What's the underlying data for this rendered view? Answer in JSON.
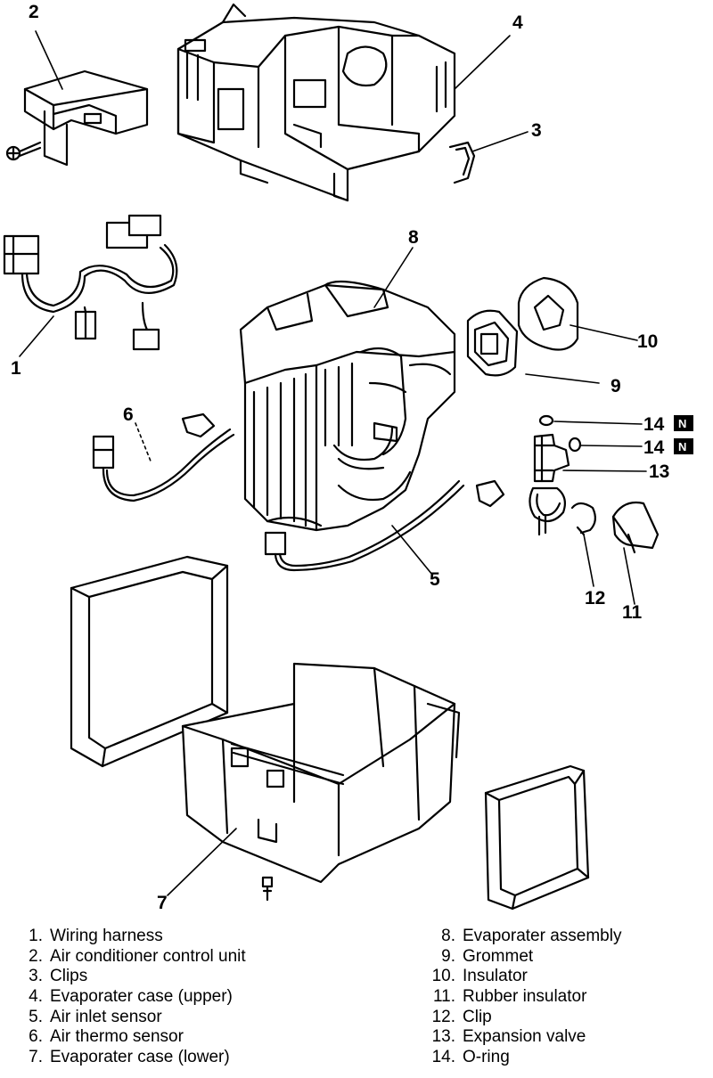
{
  "callouts": {
    "c1": "1",
    "c2": "2",
    "c3": "3",
    "c4": "4",
    "c5": "5",
    "c6": "6",
    "c7": "7",
    "c8": "8",
    "c9": "9",
    "c10": "10",
    "c11": "11",
    "c12": "12",
    "c13": "13",
    "c14a": "14",
    "c14b": "14",
    "badge": "N"
  },
  "legend": {
    "left": [
      {
        "num": "1.",
        "label": "Wiring harness"
      },
      {
        "num": "2.",
        "label": "Air conditioner control unit"
      },
      {
        "num": "3.",
        "label": "Clips"
      },
      {
        "num": "4.",
        "label": "Evaporater case (upper)"
      },
      {
        "num": "5.",
        "label": "Air inlet sensor"
      },
      {
        "num": "6.",
        "label": "Air thermo sensor"
      },
      {
        "num": "7.",
        "label": "Evaporater case (lower)"
      }
    ],
    "right": [
      {
        "num": "8.",
        "label": "Evaporater assembly"
      },
      {
        "num": "9.",
        "label": "Grommet"
      },
      {
        "num": "10.",
        "label": "Insulator"
      },
      {
        "num": "11.",
        "label": "Rubber insulator"
      },
      {
        "num": "12.",
        "label": "Clip"
      },
      {
        "num": "13.",
        "label": "Expansion valve"
      },
      {
        "num": "14.",
        "label": "O-ring"
      }
    ]
  }
}
